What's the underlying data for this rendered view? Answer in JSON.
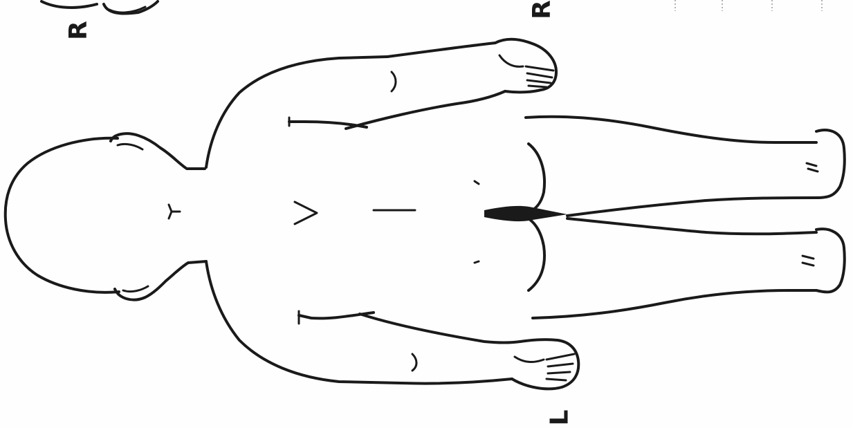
{
  "labels": {
    "right_top_left": "R",
    "right_top": "R",
    "left_bottom": "L"
  },
  "colors": {
    "ink": "#1a1a1a",
    "paper": "#fefefe",
    "dotted_marks": "#9a9a9a"
  }
}
